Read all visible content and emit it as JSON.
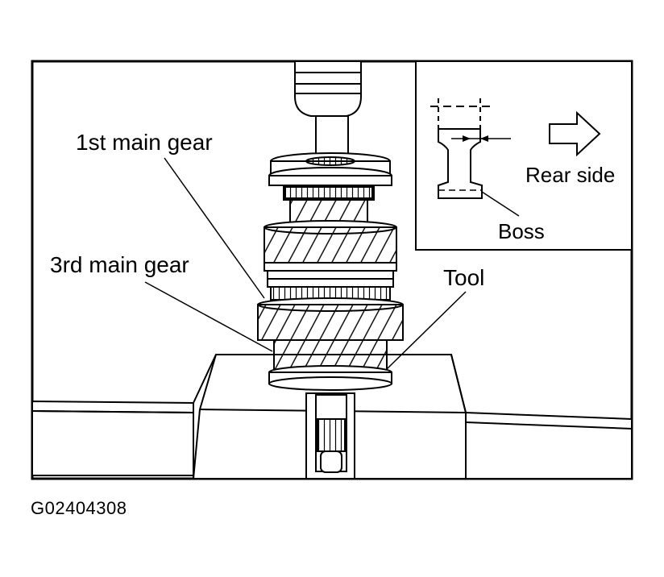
{
  "labels": {
    "first_main_gear": "1st main gear",
    "third_main_gear": "3rd main gear",
    "tool": "Tool",
    "rear_side": "Rear side",
    "boss": "Boss"
  },
  "figure_id": "G02404308",
  "icons": {
    "arrow": "right-arrow-icon"
  },
  "colors": {
    "line": "#000000",
    "background": "#ffffff"
  }
}
